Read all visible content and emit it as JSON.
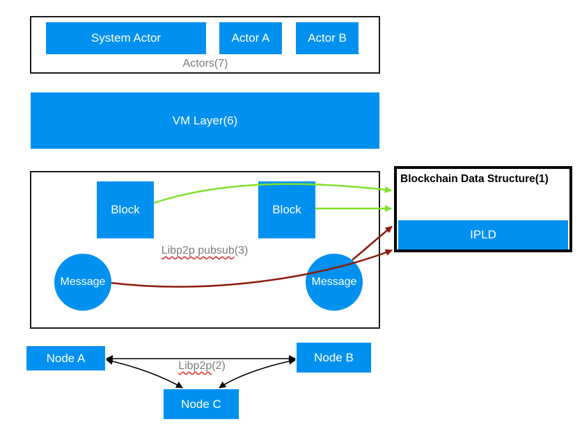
{
  "actors": {
    "caption": "Actors(7)",
    "system_actor": "System Actor",
    "actor_a": "Actor A",
    "actor_b": "Actor B"
  },
  "vm_layer": {
    "label": "VM Layer(6)"
  },
  "pubsub": {
    "caption_word": "Libp2p pubsub",
    "caption_num": "(3)",
    "block_1": "Block",
    "block_2": "Block",
    "message_1": "Message",
    "message_2": "Message"
  },
  "blockchain": {
    "title": "Blockchain Data Structure(1)",
    "ipld": "IPLD"
  },
  "network": {
    "caption_word": "Libp2p",
    "caption_num": "(2)",
    "node_a": "Node A",
    "node_b": "Node B",
    "node_c": "Node C"
  },
  "colors": {
    "box_blue": "#0091f0",
    "arrow_green": "#7ee22a",
    "arrow_red": "#8b1a0a",
    "arrow_black": "#000000"
  }
}
